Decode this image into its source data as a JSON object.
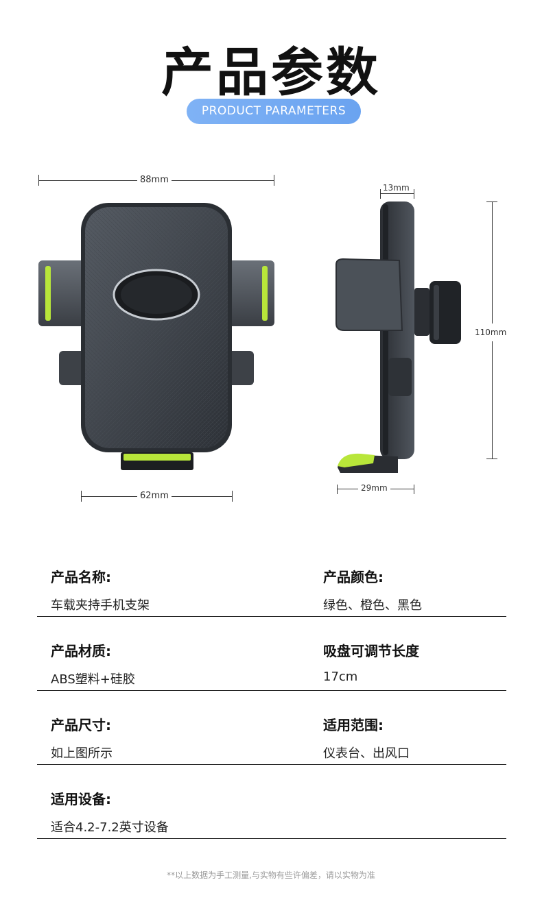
{
  "header": {
    "title": "产品参数",
    "subtitle": "PRODUCT PARAMETERS"
  },
  "dimensions": {
    "width_top": "88mm",
    "width_bottom": "62mm",
    "depth_top": "13mm",
    "depth_bottom": "29mm",
    "height": "110mm"
  },
  "specs": [
    {
      "left": {
        "label": "产品名称:",
        "value": "车载夹持手机支架"
      },
      "right": {
        "label": "产品颜色:",
        "value": "绿色、橙色、黑色"
      }
    },
    {
      "left": {
        "label": "产品材质:",
        "value": "ABS塑料+硅胶"
      },
      "right": {
        "label": "吸盘可调节长度",
        "value": "17cm"
      }
    },
    {
      "left": {
        "label": "产品尺寸:",
        "value": "如上图所示"
      },
      "right": {
        "label": "适用范围:",
        "value": "仪表台、出风口"
      }
    },
    {
      "left": {
        "label": "适用设备:",
        "value": "适合4.2-7.2英寸设备"
      }
    }
  ],
  "footnote": "**以上数据为手工测量,与实物有些许偏差，请以实物为准",
  "colors": {
    "accent": "#6aa3f0",
    "lime": "#b8e63a",
    "body": "#3a3f46"
  }
}
